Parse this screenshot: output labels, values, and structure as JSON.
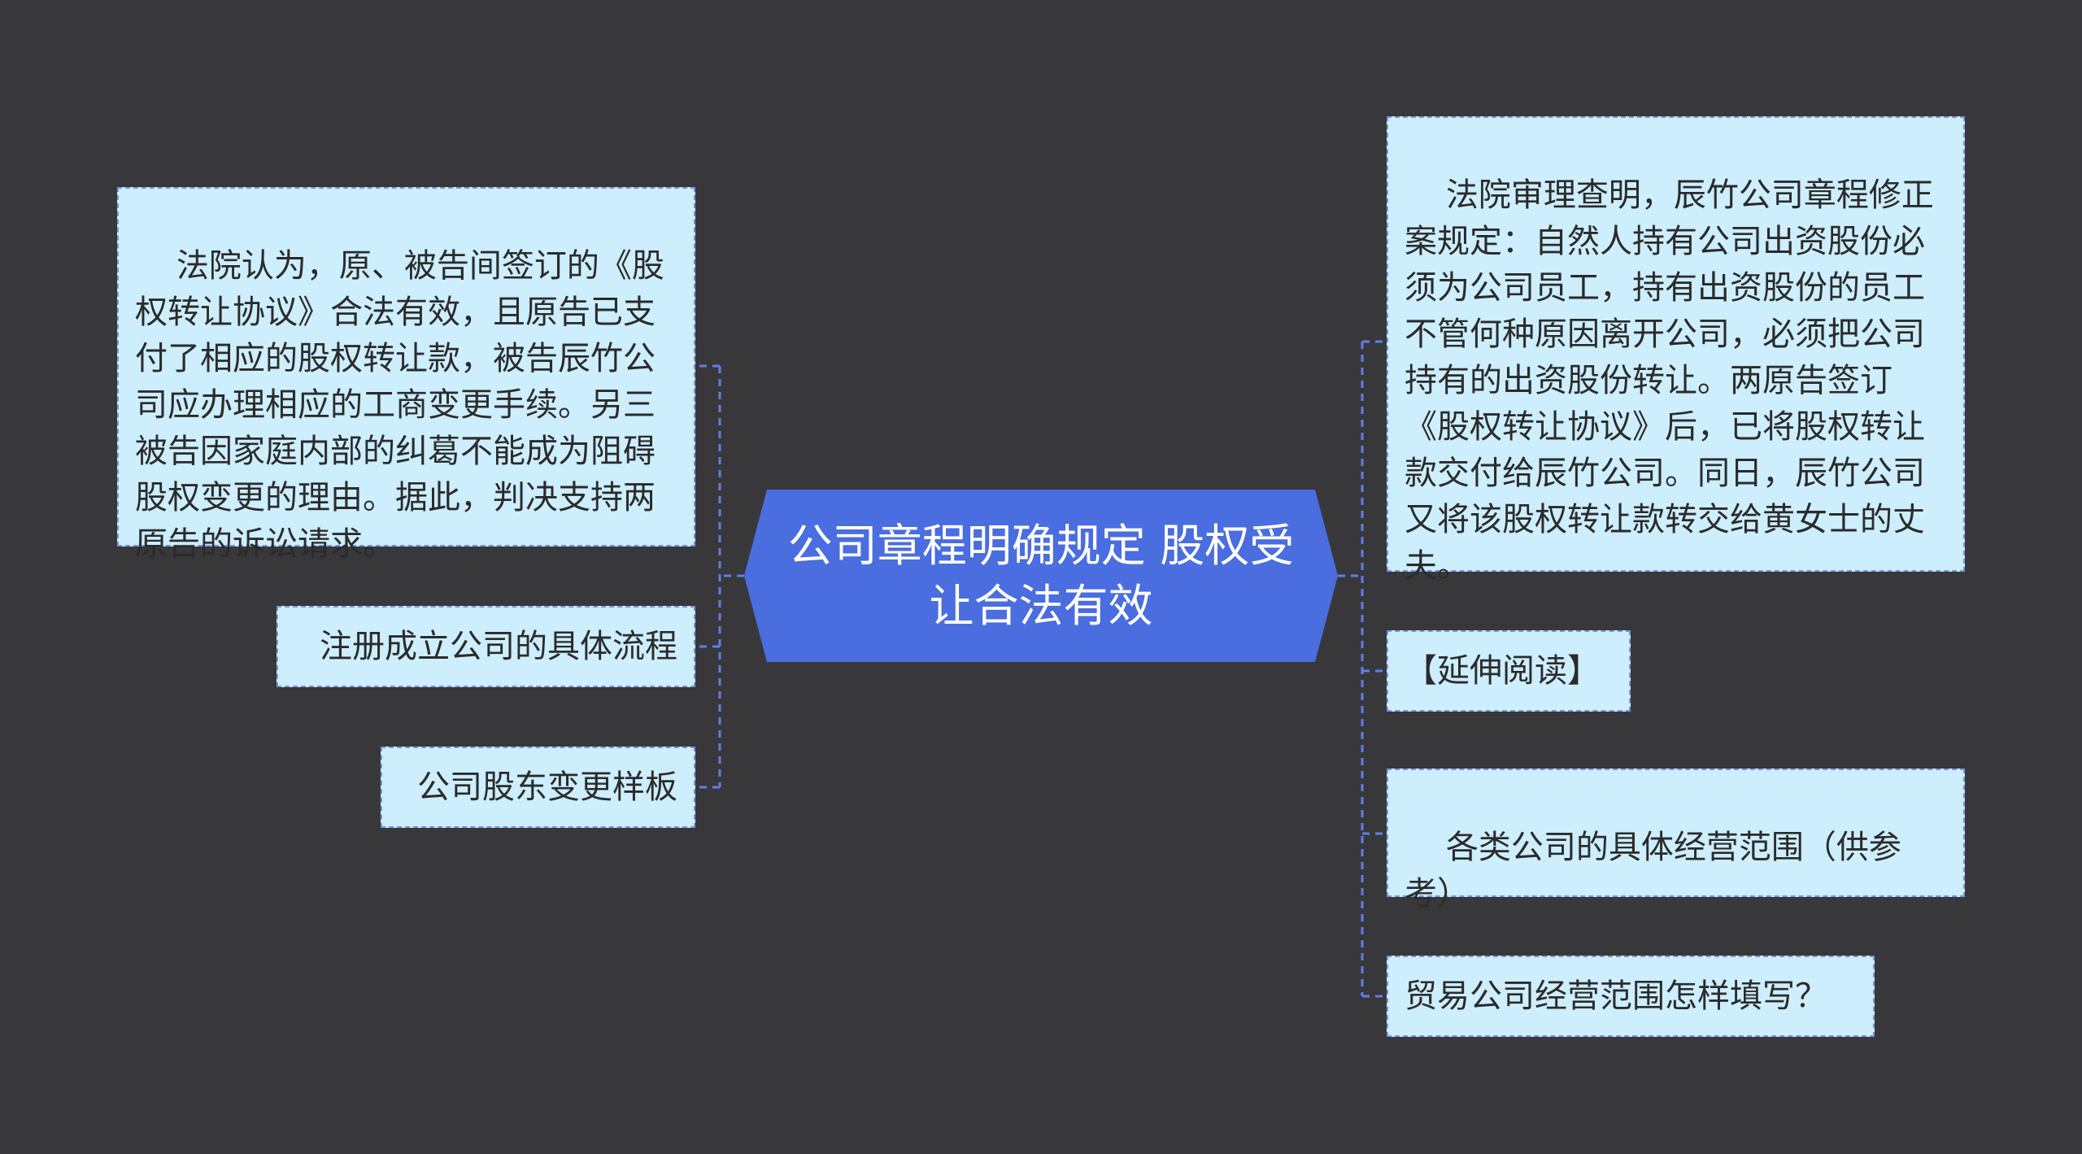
{
  "center": {
    "title": "公司章程明确规定 股权受让合法有效"
  },
  "left_nodes": [
    {
      "text": "法院认为，原、被告间签订的《股权转让协议》合法有效，且原告已支付了相应的股权转让款，被告辰竹公司应办理相应的工商变更手续。另三被告因家庭内部的纠葛不能成为阻碍股权变更的理由。据此，判决支持两原告的诉讼请求。"
    },
    {
      "text": "注册成立公司的具体流程"
    },
    {
      "text": "公司股东变更样板"
    }
  ],
  "right_nodes": [
    {
      "text": "法院审理查明，辰竹公司章程修正案规定：自然人持有公司出资股份必须为公司员工，持有出资股份的员工不管何种原因离开公司，必须把公司持有的出资股份转让。两原告签订《股权转让协议》后，已将股权转让款交付给辰竹公司。同日，辰竹公司又将该股权转让款转交给黄女士的丈夫。"
    },
    {
      "text": "【延伸阅读】"
    },
    {
      "text": "各类公司的具体经营范围（供参考）"
    },
    {
      "text": "贸易公司经营范围怎样填写？"
    }
  ],
  "colors": {
    "background": "#38383b",
    "center_fill": "#4a6de0",
    "node_fill": "#cdeefc",
    "connector": "#5f7ee8"
  }
}
